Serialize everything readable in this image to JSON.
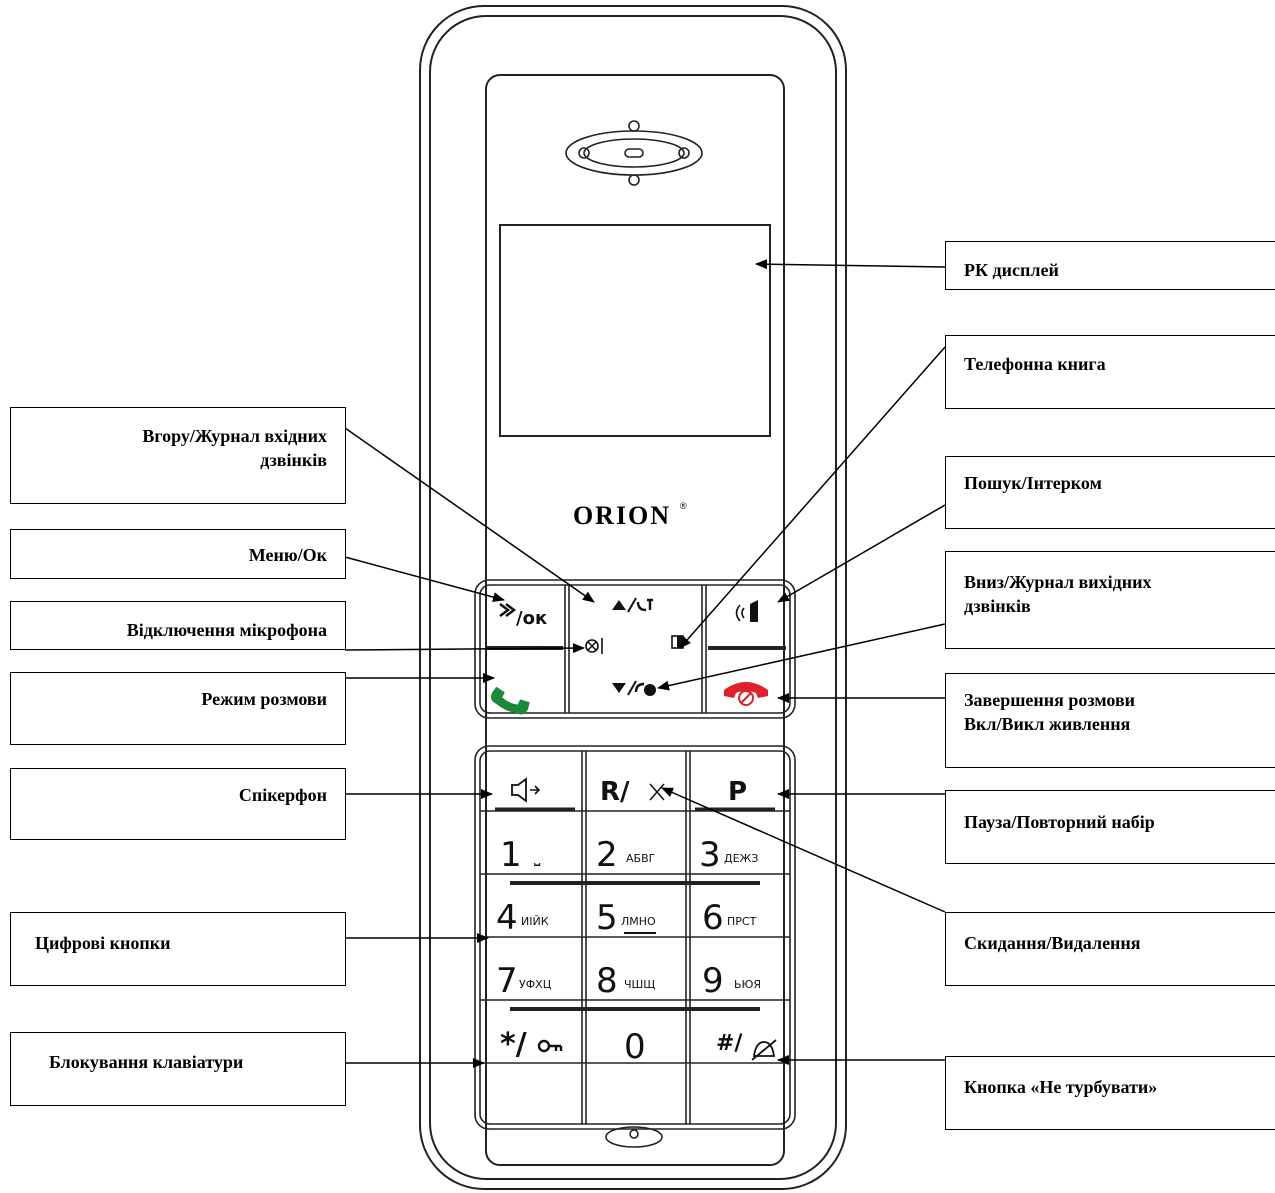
{
  "brand": "ORION",
  "brand_mark": "®",
  "labels": {
    "lcd": "РК дисплей",
    "phonebook": "Телефонна книга",
    "up_incoming": "Вгору/Журнал вхідних дзвінків",
    "up_incoming_l1": "Вгору/Журнал вхідних",
    "up_incoming_l2": "дзвінків",
    "paging": "Пошук/Інтерком",
    "menu_ok": "Меню/Ок",
    "down_outgoing_l1": "Вниз/Журнал вихідних",
    "down_outgoing_l2": "дзвінків",
    "mic_mute": "Відключення мікрофона",
    "talk": "Режим розмови",
    "end_l1": "Завершення розмови",
    "end_l2": "Вкл/Викл живлення",
    "speaker": "Спікерфон",
    "pause_redial": "Пауза/Повторний набір",
    "digits": "Цифрові кнопки",
    "reset_delete": "Скидання/Видалення",
    "keylock": "Блокування клавіатури",
    "dnd": "Кнопка «Не турбувати»"
  },
  "keys": {
    "menu_ok": "/ок",
    "r_key": "R/",
    "p_key": "P",
    "d1": "1",
    "d1s": "⎵",
    "d2": "2",
    "d2s": "АБВГ",
    "d3": "3",
    "d3s": "ДЕЖЗ",
    "d4": "4",
    "d4s": "ИІЙК",
    "d5": "5",
    "d5s": "ЛМНО",
    "d6": "6",
    "d6s": "ПРСТ",
    "d7": "7",
    "d7s": "УФХЦ",
    "d8": "8",
    "d8s": "ЧШЩ",
    "d9": "9",
    "d9s": "ЬЮЯ",
    "star": "*/",
    "zero": "0",
    "hash": "#/"
  },
  "colors": {
    "talk_key": "#1a8a3a",
    "end_key": "#e0202a",
    "line": "#000000"
  }
}
